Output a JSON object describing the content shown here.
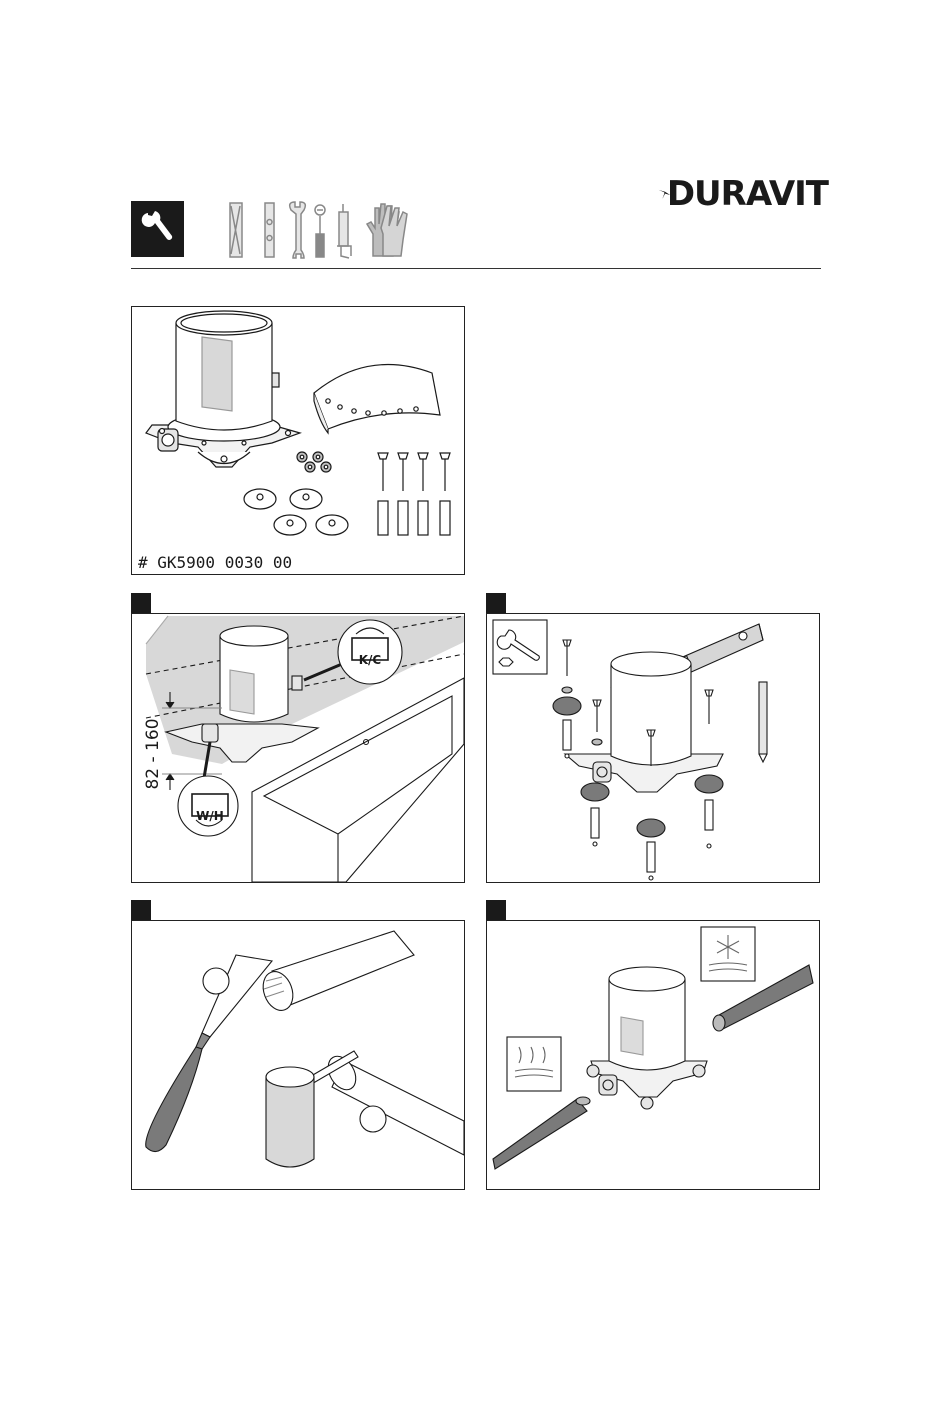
{
  "header": {
    "brand": "DURAVIT",
    "tools": [
      "wrench-icon",
      "folding-rule-icon",
      "spirit-level-icon",
      "open-end-wrench-icon",
      "screwdriver-icon",
      "caulking-gun-icon",
      "gloves-icon"
    ]
  },
  "panel1": {
    "part_number": "# GK5900 0030 00"
  },
  "panel2": {
    "dimension": "82 - 160",
    "label_top": "K/C",
    "label_bottom": "W/H"
  },
  "colors": {
    "ink": "#1a1a1a",
    "fill_gray": "#d6d6d6",
    "dark_gray": "#7a7a7a",
    "frame": "#222222"
  }
}
